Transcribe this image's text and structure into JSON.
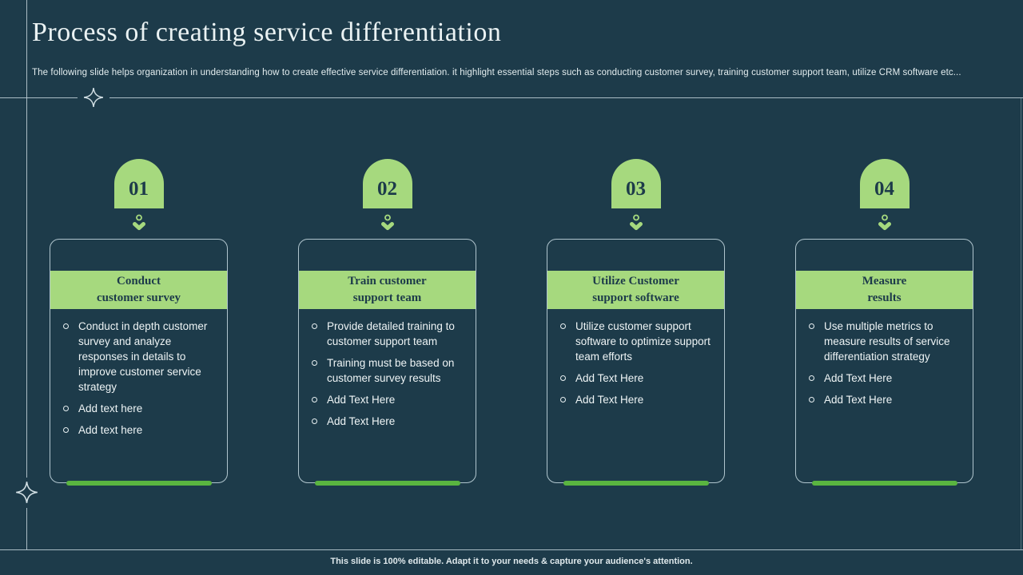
{
  "slide": {
    "title": "Process of creating service differentiation",
    "subtitle": "The following slide helps organization in understanding how to create effective service differentiation. it highlight essential steps such as conducting customer survey, training customer support team, utilize CRM software etc...",
    "footer": "This slide is 100% editable. Adapt it to your needs & capture your audience's attention."
  },
  "colors": {
    "background": "#1d3b4a",
    "accent_green": "#a6d97e",
    "underbar_green": "#5ab540",
    "dark_text_on_green": "#1d3b4a",
    "light_text": "#eef4f5",
    "frame_line": "#c3d4da"
  },
  "steps": [
    {
      "number": "01",
      "title_line1": "Conduct",
      "title_line2": "customer survey",
      "bullets": [
        "Conduct in depth customer survey and analyze responses in details to improve customer service strategy",
        "Add text here",
        "Add text here"
      ]
    },
    {
      "number": "02",
      "title_line1": "Train customer",
      "title_line2": "support team",
      "bullets": [
        "Provide detailed training to customer support team",
        "Training must be based on customer survey results",
        "Add Text Here",
        "Add Text Here"
      ]
    },
    {
      "number": "03",
      "title_line1": "Utilize Customer",
      "title_line2": "support software",
      "bullets": [
        "Utilize customer support software to optimize support team efforts",
        "Add Text Here",
        "Add Text Here"
      ]
    },
    {
      "number": "04",
      "title_line1": "Measure",
      "title_line2": "results",
      "bullets": [
        "Use multiple metrics to measure results of service differentiation strategy",
        "Add Text Here",
        "Add Text Here"
      ]
    }
  ]
}
